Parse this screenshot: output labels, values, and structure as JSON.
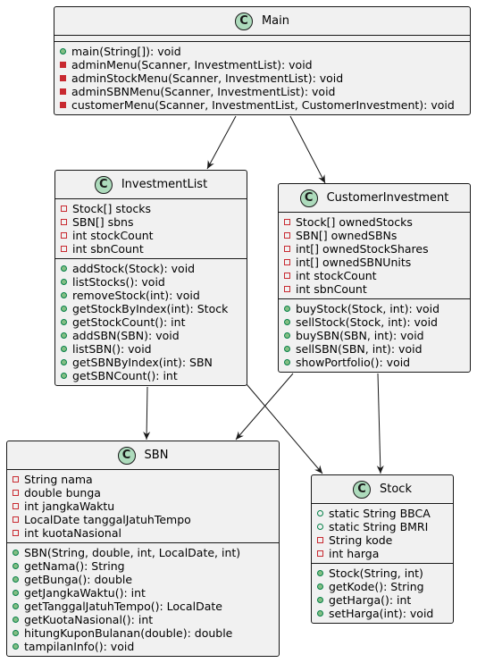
{
  "classes": {
    "main": {
      "name": "Main",
      "stereotype": "C",
      "fields": [],
      "methods": [
        {
          "vis": "public",
          "text": "main(String[]): void"
        },
        {
          "vis": "private",
          "text": "adminMenu(Scanner, InvestmentList): void"
        },
        {
          "vis": "private",
          "text": "adminStockMenu(Scanner, InvestmentList): void"
        },
        {
          "vis": "private",
          "text": "adminSBNMenu(Scanner, InvestmentList): void"
        },
        {
          "vis": "private",
          "text": "customerMenu(Scanner, InvestmentList, CustomerInvestment): void"
        }
      ]
    },
    "investment_list": {
      "name": "InvestmentList",
      "stereotype": "C",
      "fields": [
        {
          "vis": "private",
          "text": "Stock[] stocks"
        },
        {
          "vis": "private",
          "text": "SBN[] sbns"
        },
        {
          "vis": "private",
          "text": "int stockCount"
        },
        {
          "vis": "private",
          "text": "int sbnCount"
        }
      ],
      "methods": [
        {
          "vis": "public",
          "text": "addStock(Stock): void"
        },
        {
          "vis": "public",
          "text": "listStocks(): void"
        },
        {
          "vis": "public",
          "text": "removeStock(int): void"
        },
        {
          "vis": "public",
          "text": "getStockByIndex(int): Stock"
        },
        {
          "vis": "public",
          "text": "getStockCount(): int"
        },
        {
          "vis": "public",
          "text": "addSBN(SBN): void"
        },
        {
          "vis": "public",
          "text": "listSBN(): void"
        },
        {
          "vis": "public",
          "text": "getSBNByIndex(int): SBN"
        },
        {
          "vis": "public",
          "text": "getSBNCount(): int"
        }
      ]
    },
    "customer_investment": {
      "name": "CustomerInvestment",
      "stereotype": "C",
      "fields": [
        {
          "vis": "private",
          "text": "Stock[] ownedStocks"
        },
        {
          "vis": "private",
          "text": "SBN[] ownedSBNs"
        },
        {
          "vis": "private",
          "text": "int[] ownedStockShares"
        },
        {
          "vis": "private",
          "text": "int[] ownedSBNUnits"
        },
        {
          "vis": "private",
          "text": "int stockCount"
        },
        {
          "vis": "private",
          "text": "int sbnCount"
        }
      ],
      "methods": [
        {
          "vis": "public",
          "text": "buyStock(Stock, int): void"
        },
        {
          "vis": "public",
          "text": "sellStock(Stock, int): void"
        },
        {
          "vis": "public",
          "text": "buySBN(SBN, int): void"
        },
        {
          "vis": "public",
          "text": "sellSBN(SBN, int): void"
        },
        {
          "vis": "public",
          "text": "showPortfolio(): void"
        }
      ]
    },
    "sbn": {
      "name": "SBN",
      "stereotype": "C",
      "fields": [
        {
          "vis": "private",
          "text": "String nama"
        },
        {
          "vis": "private",
          "text": "double bunga"
        },
        {
          "vis": "private",
          "text": "int jangkaWaktu"
        },
        {
          "vis": "private",
          "text": "LocalDate tanggalJatuhTempo"
        },
        {
          "vis": "private",
          "text": "int kuotaNasional"
        }
      ],
      "methods": [
        {
          "vis": "public",
          "text": "SBN(String, double, int, LocalDate, int)"
        },
        {
          "vis": "public",
          "text": "getNama(): String"
        },
        {
          "vis": "public",
          "text": "getBunga(): double"
        },
        {
          "vis": "public",
          "text": "getJangkaWaktu(): int"
        },
        {
          "vis": "public",
          "text": "getTanggalJatuhTempo(): LocalDate"
        },
        {
          "vis": "public",
          "text": "getKuotaNasional(): int"
        },
        {
          "vis": "public",
          "text": "hitungKuponBulanan(double): double"
        },
        {
          "vis": "public",
          "text": "tampilanInfo(): void"
        }
      ]
    },
    "stock": {
      "name": "Stock",
      "stereotype": "C",
      "fields": [
        {
          "vis": "public-field",
          "text": "static String BBCA"
        },
        {
          "vis": "public-field",
          "text": "static String BMRI"
        },
        {
          "vis": "private",
          "text": "String kode"
        },
        {
          "vis": "private",
          "text": "int harga"
        }
      ],
      "methods": [
        {
          "vis": "public",
          "text": "Stock(String, int)"
        },
        {
          "vis": "public",
          "text": "getKode(): String"
        },
        {
          "vis": "public",
          "text": "getHarga(): int"
        },
        {
          "vis": "public",
          "text": "setHarga(int): void"
        }
      ]
    }
  },
  "relations": [
    {
      "from": "Main",
      "to": "InvestmentList"
    },
    {
      "from": "Main",
      "to": "CustomerInvestment"
    },
    {
      "from": "InvestmentList",
      "to": "SBN"
    },
    {
      "from": "InvestmentList",
      "to": "Stock"
    },
    {
      "from": "CustomerInvestment",
      "to": "SBN"
    },
    {
      "from": "CustomerInvestment",
      "to": "Stock"
    }
  ],
  "colors": {
    "class_bg": "#f1f1f1",
    "border": "#181818",
    "badge": "#addbbc",
    "public": "#84be84",
    "private": "#c82930"
  }
}
